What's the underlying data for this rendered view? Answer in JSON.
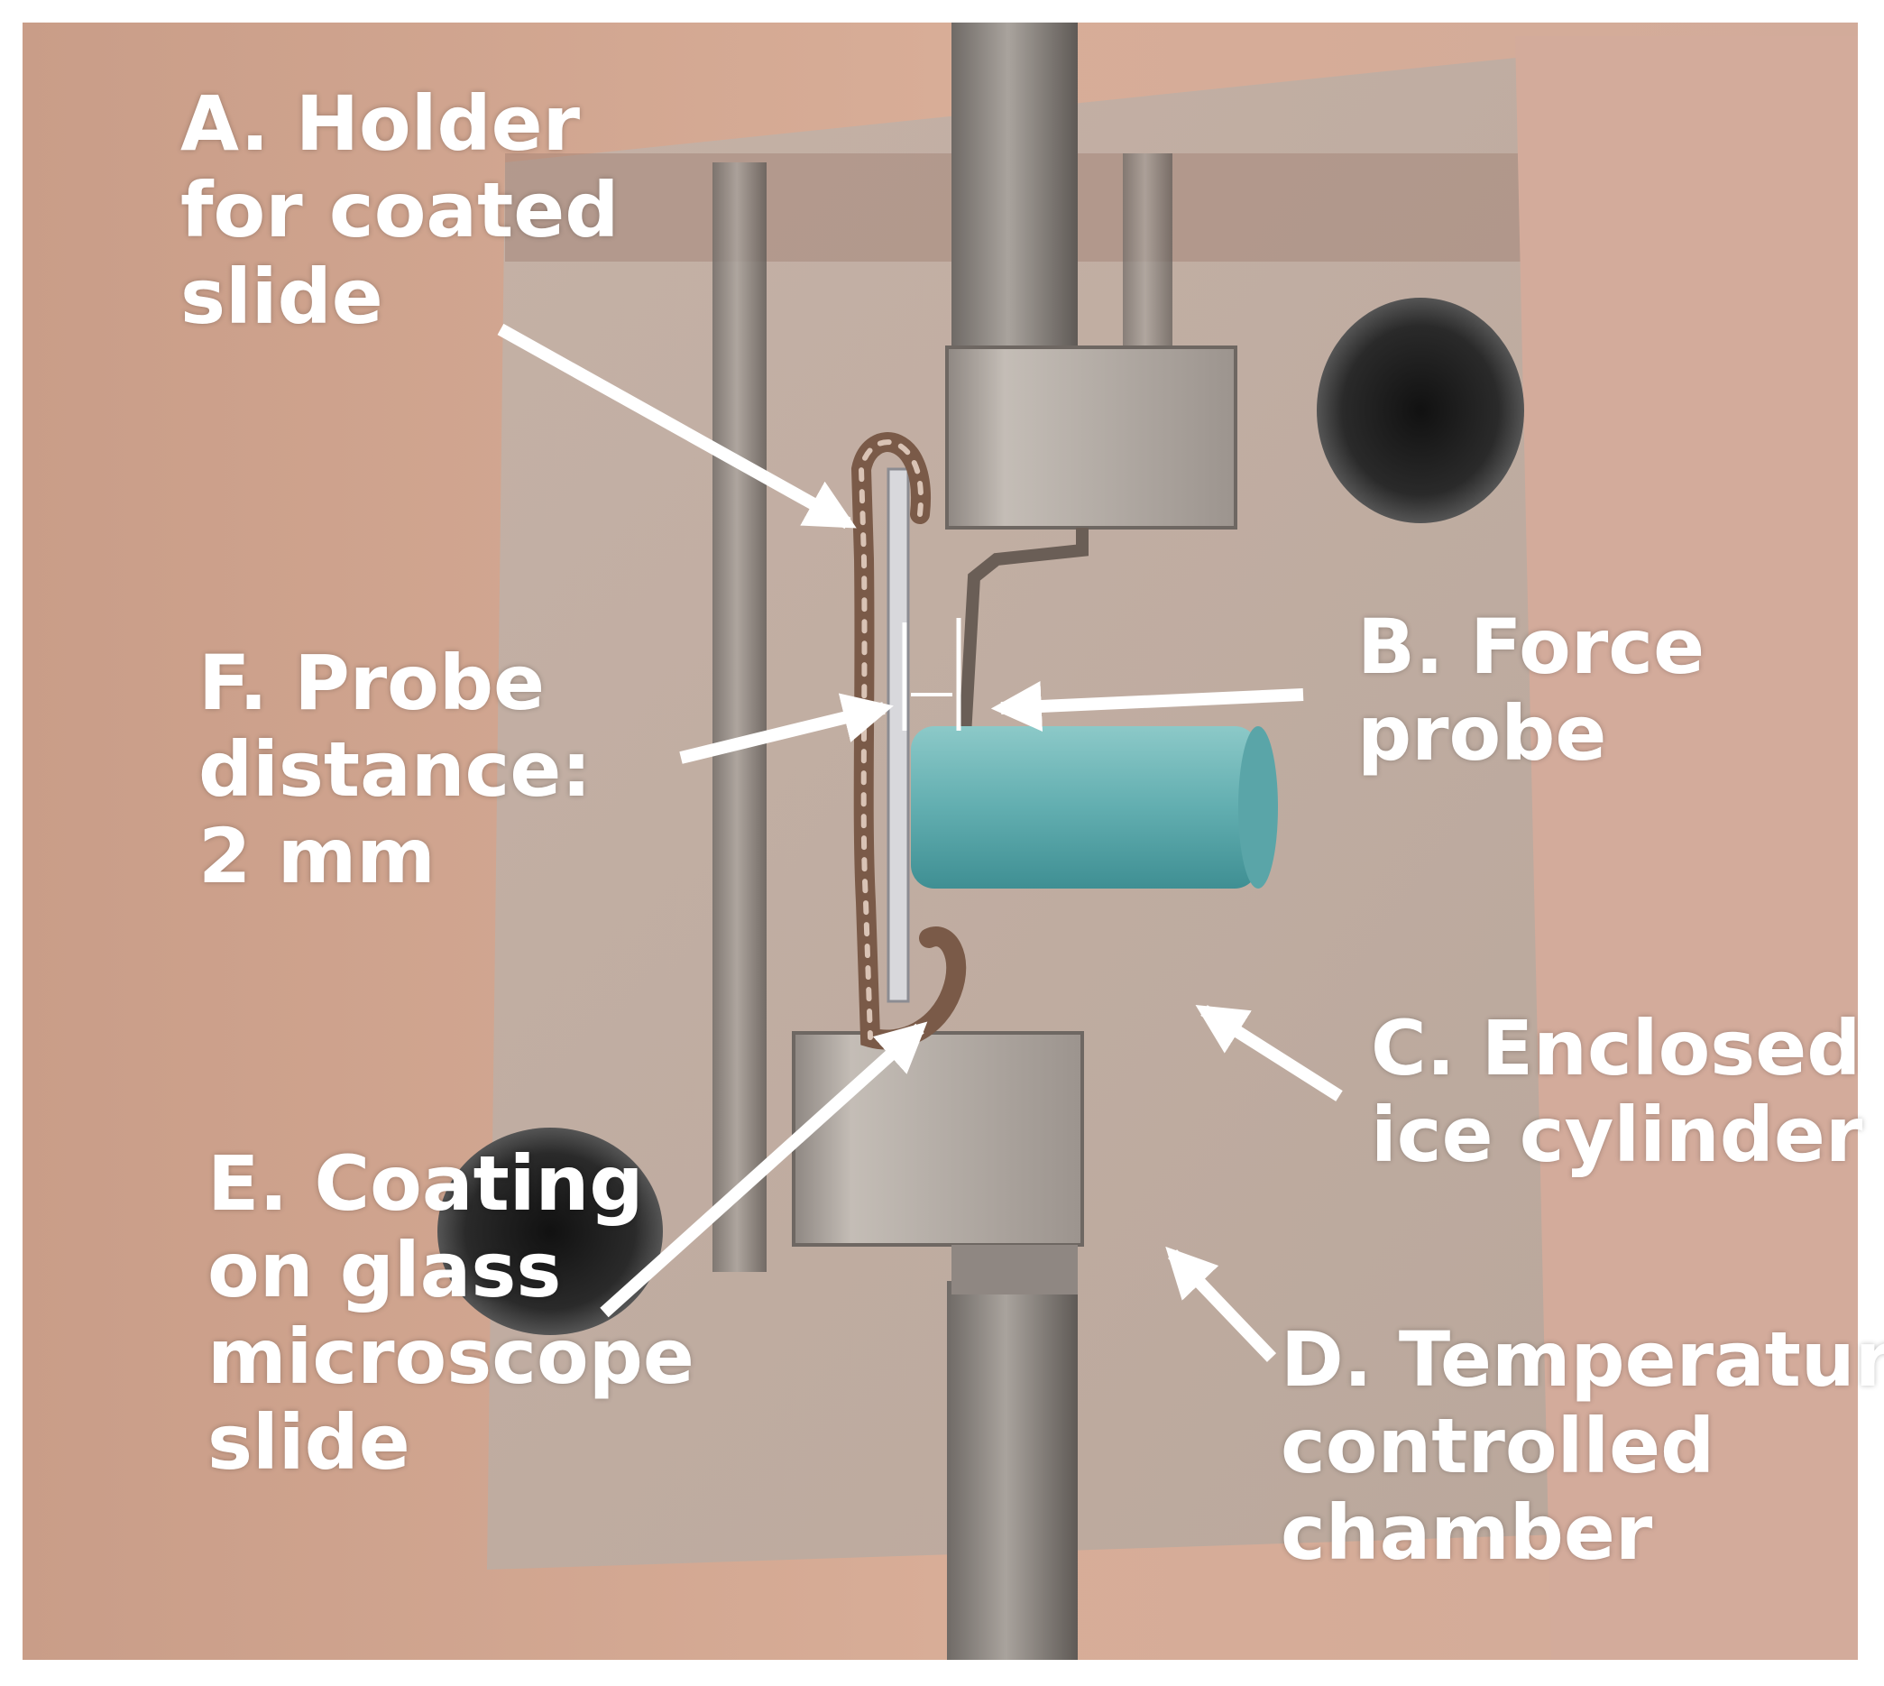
{
  "labels": {
    "a": {
      "lines": [
        "A. Holder",
        "for coated",
        "slide"
      ]
    },
    "b": {
      "lines": [
        "B. Force",
        "probe"
      ]
    },
    "c": {
      "lines": [
        "C. Enclosed",
        "ice cylinder"
      ]
    },
    "d": {
      "lines": [
        "D. Temperature",
        "controlled",
        "chamber"
      ]
    },
    "e": {
      "lines": [
        "E. Coating",
        "on glass",
        "microscope",
        "slide"
      ]
    },
    "f": {
      "lines": [
        "F. Probe",
        "distance:",
        "2 mm"
      ]
    }
  },
  "colors": {
    "chamber": "#d7a891",
    "inner_wall": "#c9b7ac",
    "metal": "#b9b2ab",
    "ice": "#6fb5b6",
    "label": "#ffffff"
  }
}
